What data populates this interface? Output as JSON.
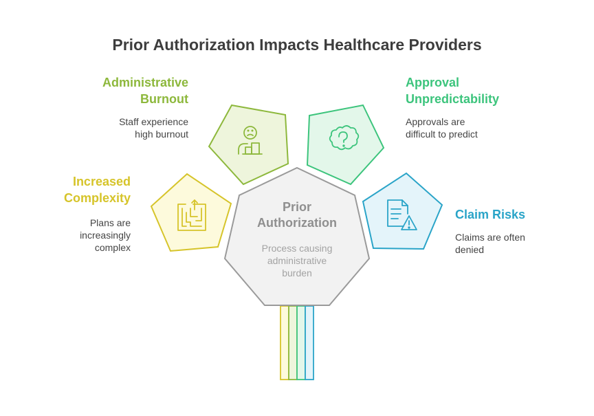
{
  "title": "Prior Authorization Impacts Healthcare Providers",
  "center": {
    "title_line1": "Prior",
    "title_line2": "Authorization",
    "desc_line1": "Process causing",
    "desc_line2": "administrative",
    "desc_line3": "burden"
  },
  "items": [
    {
      "title_line1": "Administrative",
      "title_line2": "Burnout",
      "desc_line1": "Staff experience",
      "desc_line2": "high burnout",
      "icon": "sad-person-at-desk-icon",
      "color": "#8db83c"
    },
    {
      "title_line1": "Approval",
      "title_line2": "Unpredictability",
      "desc_line1": "Approvals are",
      "desc_line2": "difficult to predict",
      "icon": "question-cloud-icon",
      "color": "#3cc47c"
    },
    {
      "title_line1": "Increased",
      "title_line2": "Complexity",
      "desc_line1": "Plans are",
      "desc_line2": "increasingly",
      "desc_line3": "complex",
      "icon": "maze-icon",
      "color": "#d6c42a"
    },
    {
      "title_line1": "Claim Risks",
      "desc_line1": "Claims are often",
      "desc_line2": "denied",
      "icon": "document-warning-icon",
      "color": "#2aa4c8"
    }
  ],
  "colors": {
    "center_fill": "#f2f2f2",
    "center_stroke": "#9a9a9a",
    "yellow_fill": "#fdfadc",
    "olive_fill": "#eef5dc",
    "green_fill": "#e3f7ea",
    "blue_fill": "#e4f4fa"
  }
}
